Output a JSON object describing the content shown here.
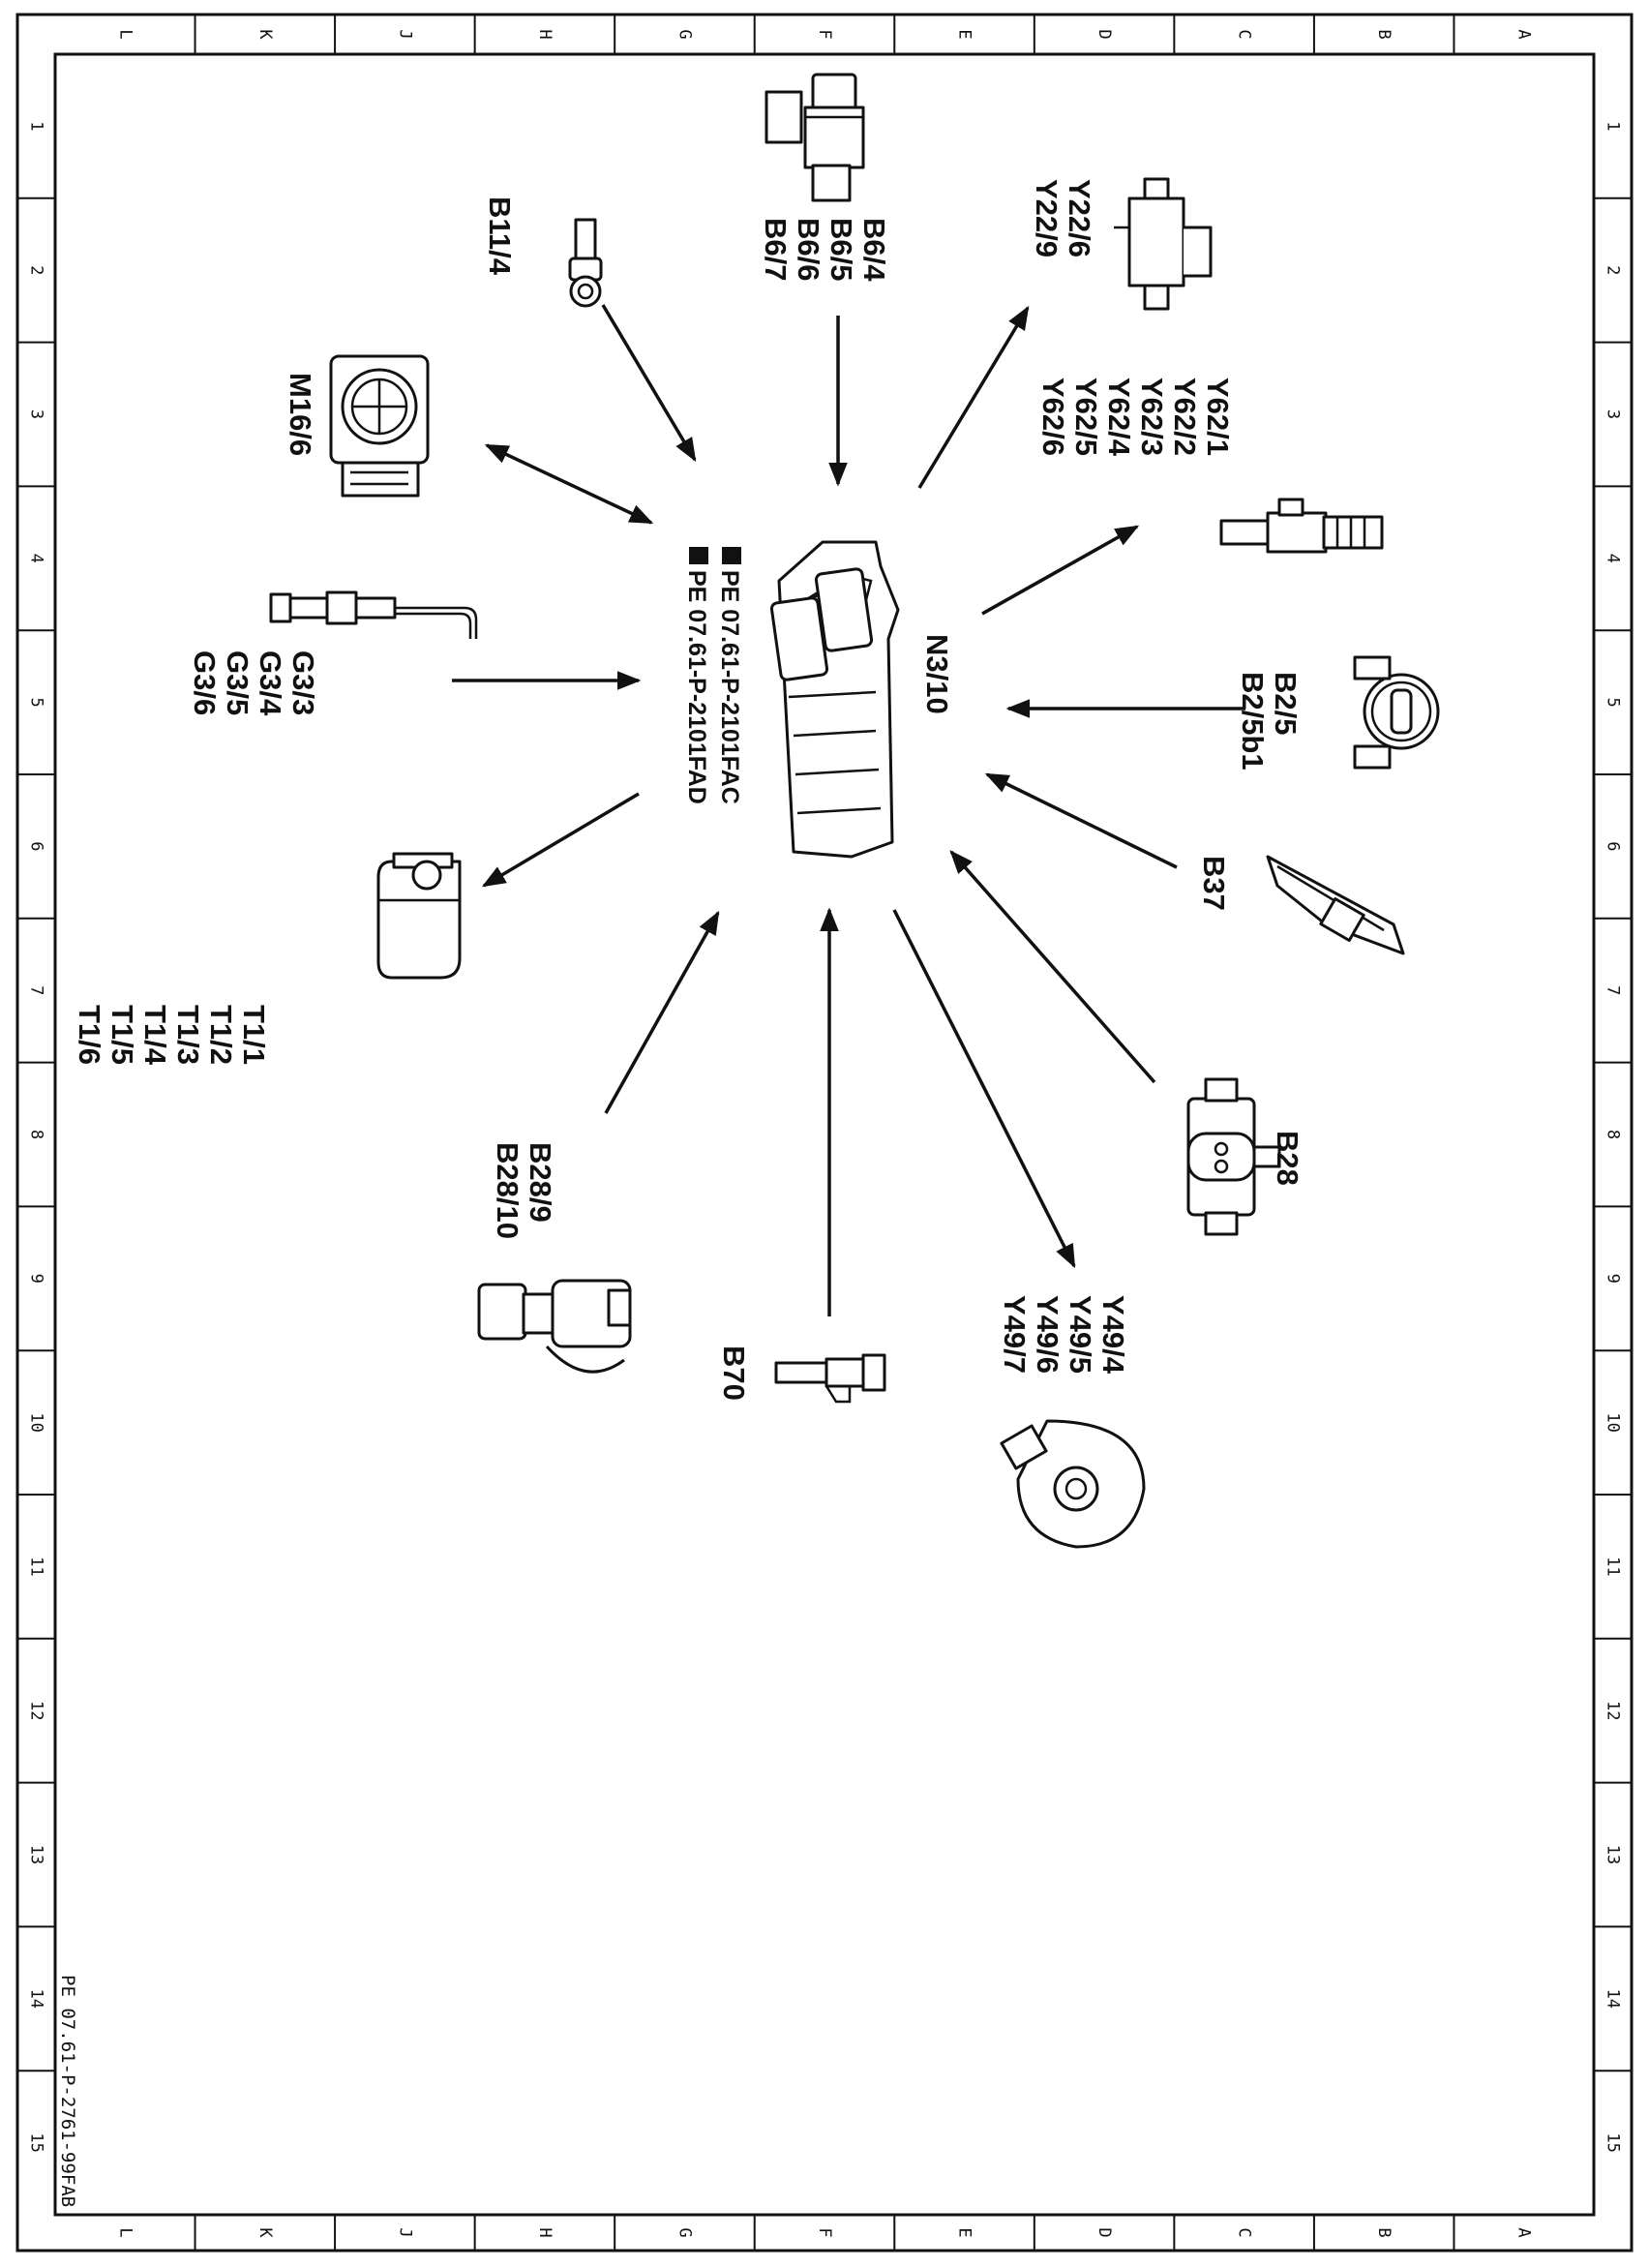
{
  "frame": {
    "columns": [
      "L",
      "K",
      "J",
      "H",
      "G",
      "F",
      "E",
      "D",
      "C",
      "B",
      "A"
    ],
    "rows": [
      "1",
      "2",
      "3",
      "4",
      "5",
      "6",
      "7",
      "8",
      "9",
      "10",
      "11",
      "12",
      "13",
      "14",
      "15"
    ]
  },
  "center": {
    "label": "N3/10",
    "refs": [
      "PE  07.61-P-2101FAC",
      "PE  07.61-P-2101FAD"
    ]
  },
  "components": [
    {
      "id": "b11-4",
      "labels": [
        "B11/4"
      ],
      "direction": "in"
    },
    {
      "id": "b6",
      "labels": [
        "B6/4",
        "B6/5",
        "B6/6",
        "B6/7"
      ],
      "direction": "in"
    },
    {
      "id": "y22",
      "labels": [
        "Y22/6",
        "Y22/9"
      ],
      "direction": "out"
    },
    {
      "id": "m16-6",
      "labels": [
        "M16/6"
      ],
      "direction": "both"
    },
    {
      "id": "y62",
      "labels": [
        "Y62/1",
        "Y62/2",
        "Y62/3",
        "Y62/4",
        "Y62/5",
        "Y62/6"
      ],
      "direction": "out"
    },
    {
      "id": "g3",
      "labels": [
        "G3/3",
        "G3/4",
        "G3/5",
        "G3/6"
      ],
      "direction": "in"
    },
    {
      "id": "b2",
      "labels": [
        "B2/5",
        "B2/5b1"
      ],
      "direction": "in"
    },
    {
      "id": "t1",
      "labels": [
        "T1/1",
        "T1/2",
        "T1/3",
        "T1/4",
        "T1/5",
        "T1/6"
      ],
      "direction": "out"
    },
    {
      "id": "b37",
      "labels": [
        "B37"
      ],
      "direction": "in"
    },
    {
      "id": "b28-9",
      "labels": [
        "B28/9",
        "B28/10"
      ],
      "direction": "in"
    },
    {
      "id": "b28",
      "labels": [
        "B28"
      ],
      "direction": "in"
    },
    {
      "id": "b70",
      "labels": [
        "B70"
      ],
      "direction": "in"
    },
    {
      "id": "y49",
      "labels": [
        "Y49/4",
        "Y49/5",
        "Y49/6",
        "Y49/7"
      ],
      "direction": "out"
    }
  ],
  "footer": "PE 07.61-P-2761-99FAB"
}
